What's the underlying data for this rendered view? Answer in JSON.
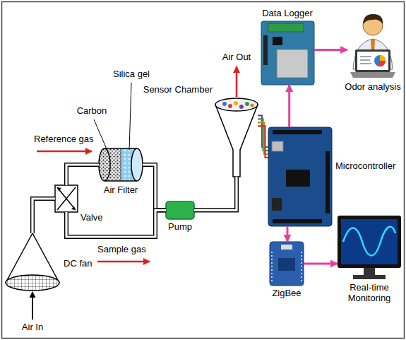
{
  "diagram": {
    "nodes": [
      {
        "text": [
          "Data Logger"
        ]
      },
      {
        "text": [
          "Odor analysis"
        ]
      },
      {
        "text": [
          "Air Filter"
        ]
      },
      {
        "text": [
          "Sensor Chamber"
        ]
      },
      {
        "text": [
          "Microcontroller"
        ]
      },
      {
        "text": [
          "Valve"
        ]
      },
      {
        "text": [
          "Pump"
        ]
      },
      {
        "text": [
          "DC fan"
        ]
      },
      {
        "text": [
          "ZigBee"
        ]
      },
      {
        "text": [
          "Real-time Monitoring"
        ]
      }
    ],
    "edges": [
      {
        "from": 7,
        "to": 5,
        "arrow": "none"
      },
      {
        "from": 5,
        "to": 2,
        "arrow": "none"
      },
      {
        "from": 2,
        "to": 6,
        "arrow": "none"
      },
      {
        "from": 5,
        "to": 6,
        "arrow": "none"
      },
      {
        "from": 6,
        "to": 3,
        "arrow": "none"
      },
      {
        "from": 3,
        "to": 4,
        "arrow": "none"
      },
      {
        "from": 4,
        "to": 0,
        "arrow": "to"
      },
      {
        "from": 0,
        "to": 1,
        "arrow": "to"
      },
      {
        "from": 4,
        "to": 8,
        "arrow": "to"
      },
      {
        "from": 8,
        "to": 9,
        "arrow": "to"
      }
    ],
    "labels": [
      "Silica gel",
      "Carbon",
      "Reference gas",
      "Air Out",
      "Sample gas",
      "Air In"
    ]
  }
}
